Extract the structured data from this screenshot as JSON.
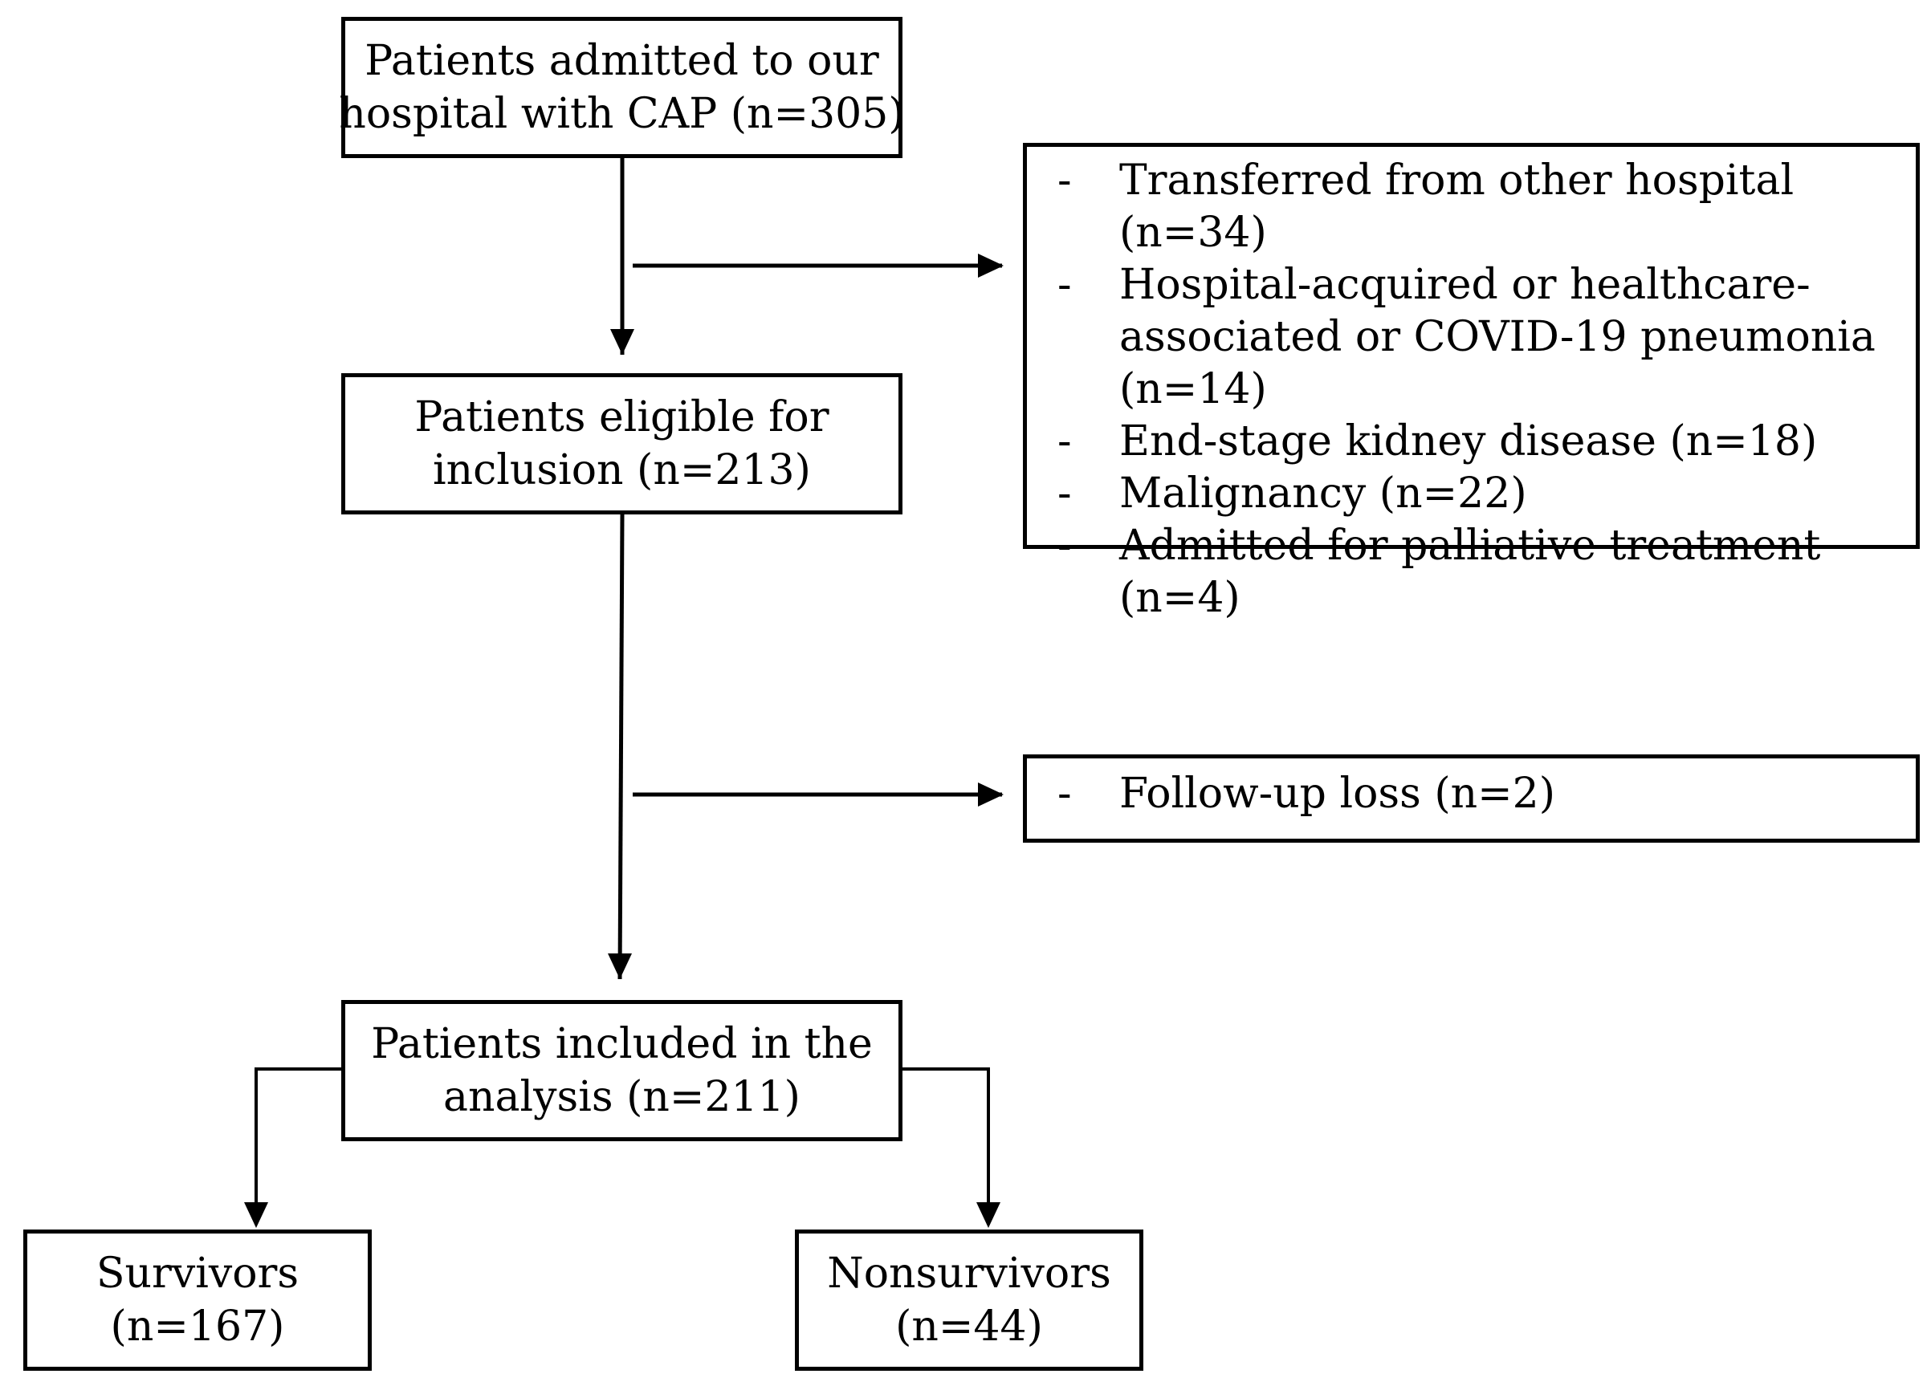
{
  "boxes": {
    "admitted": [
      "Patients admitted to our",
      "hospital with CAP (n=305)"
    ],
    "eligible": [
      "Patients eligible for",
      "inclusion (n=213)"
    ],
    "analysis": [
      "Patients included in the",
      "analysis (n=211)"
    ],
    "survivors": [
      "Survivors",
      "(n=167)"
    ],
    "nonsurvivors": [
      "Nonsurvivors",
      "(n=44)"
    ]
  },
  "exclusions_first": {
    "bullet": "-",
    "items": [
      "Transferred from other hospital (n=34)",
      "Hospital-acquired or healthcare-associated or COVID-19 pneumonia (n=14)",
      "End-stage kidney disease (n=18)",
      "Malignancy (n=22)",
      "Admitted for palliative treatment (n=4)"
    ]
  },
  "exclusions_second": {
    "bullet": "-",
    "items": [
      "Follow-up loss (n=2)"
    ]
  }
}
